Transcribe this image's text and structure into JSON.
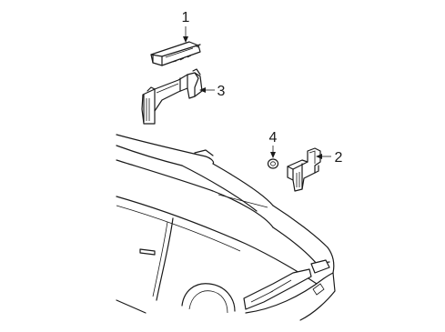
{
  "callouts": [
    {
      "id": "part-1",
      "label": "1"
    },
    {
      "id": "part-2",
      "label": "2"
    },
    {
      "id": "part-3",
      "label": "3"
    },
    {
      "id": "part-4",
      "label": "4"
    }
  ],
  "colors": {
    "line": "#1a1a1a",
    "background": "#ffffff"
  }
}
